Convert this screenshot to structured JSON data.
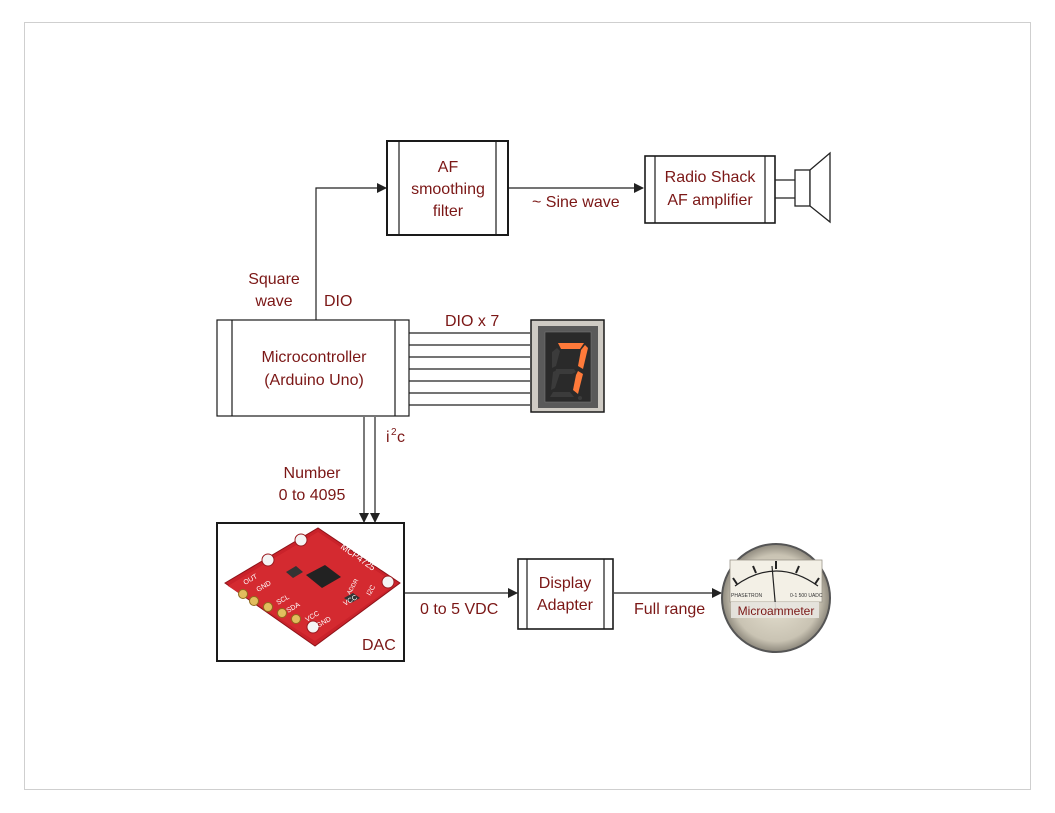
{
  "blocks": {
    "af_filter": [
      "AF",
      "smoothing",
      "filter"
    ],
    "radio_shack": [
      "Radio Shack",
      "AF amplifier"
    ],
    "microcontroller": [
      "Microcontroller",
      "(Arduino Uno)"
    ],
    "display_adapter": [
      "Display",
      "Adapter"
    ],
    "dac_label": "DAC",
    "dac_board": {
      "chip_text": "MCP4725",
      "pin_labels": [
        "OUT",
        "GND",
        "SCL",
        "SDA",
        "VCC",
        "GND",
        "VCC",
        "ADDR",
        "I2C"
      ]
    },
    "meter_label": "Microammeter",
    "meter_face": [
      "PHASETRON",
      "0-1 500 UADC"
    ],
    "seven_segment_digit": "7"
  },
  "signals": {
    "square_wave": [
      "Square",
      "wave"
    ],
    "dio": "DIO",
    "sine_wave": "~ Sine wave",
    "dio_x7": "DIO x 7",
    "i2c_base": "i",
    "i2c_sup": "2",
    "i2c_tail": "c",
    "number": [
      "Number",
      "0 to 4095"
    ],
    "voltage": "0 to 5 VDC",
    "full_range": "Full range"
  },
  "colors": {
    "label_text": "#7b1716",
    "line": "#1a1a1a",
    "pcb_red": "#d42a30",
    "segment_on": "#ff7a3a"
  }
}
